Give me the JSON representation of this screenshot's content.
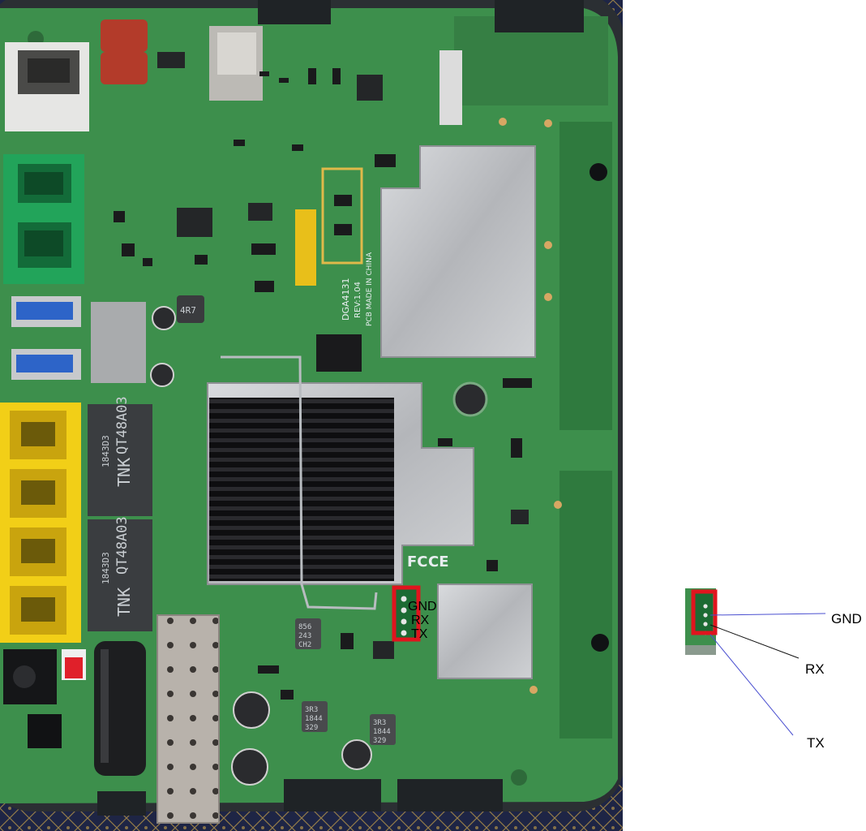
{
  "board_text": {
    "model": "DGA4131",
    "revision": "REV:1.04",
    "made_in": "PCB MADE IN CHINA",
    "transformer_1_brand": "TNK",
    "transformer_1_code": "1843D3",
    "transformer_1_part": "QT48A03",
    "transformer_2_brand": "TNK",
    "transformer_2_code": "1843D3",
    "transformer_2_part": "QT48A03",
    "inductor_1_top": "856",
    "inductor_1_mid": "243",
    "inductor_1_bot": "CH2",
    "inductor_2_top": "3R3",
    "inductor_2_mid": "1844",
    "inductor_2_bot": "329",
    "inductor_3_top": "3R3",
    "inductor_3_mid": "1844",
    "inductor_3_bot": "329",
    "coil_label": "4R7",
    "fcc_mark": "FC",
    "ce_mark": "CE"
  },
  "uart_labels": {
    "gnd": "GND",
    "rx": "RX",
    "tx": "TX"
  },
  "callout_labels": {
    "gnd": "GND",
    "rx": "RX",
    "tx": "TX"
  },
  "colors": {
    "pcb_green": "#3d8f4c",
    "highlight_red": "#e0141e",
    "heatsink": "#1b1b1d",
    "shield": "#c7c9cc",
    "ethernet_yellow": "#f2cf17",
    "rj11_green": "#22a45a"
  }
}
